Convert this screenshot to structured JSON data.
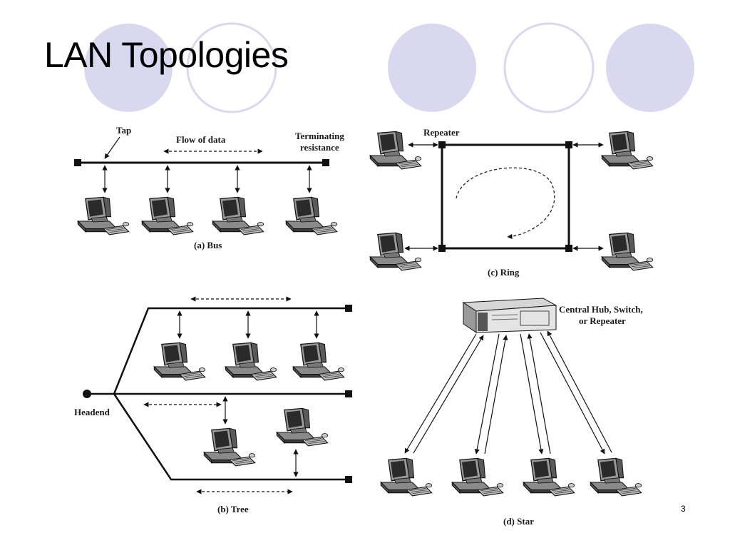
{
  "slide": {
    "title": "LAN Topologies",
    "page_number": "3",
    "accent_color": "#d9d8ef"
  },
  "figure": {
    "bus": {
      "caption": "(a) Bus",
      "tap_label": "Tap",
      "flow_label": "Flow of data",
      "terminating_label_line1": "Terminating",
      "terminating_label_line2": "resistance"
    },
    "ring": {
      "caption": "(c) Ring",
      "repeater_label": "Repeater"
    },
    "tree": {
      "caption": "(b) Tree",
      "headend_label": "Headend"
    },
    "star": {
      "caption": "(d) Star",
      "hub_label_line1": "Central Hub, Switch,",
      "hub_label_line2": "or Repeater"
    }
  }
}
